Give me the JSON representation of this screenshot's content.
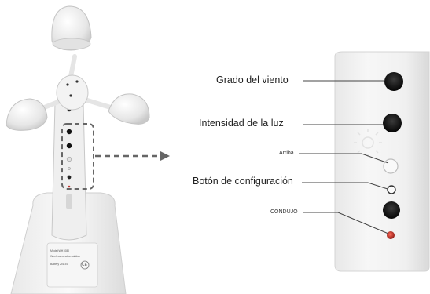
{
  "callouts": {
    "wind_direction": "Grado del viento",
    "light_intensity": "Intensidad de la luz",
    "up": "Arriba",
    "setup_button": "Botón de configuración",
    "led": "CONDUJO"
  },
  "device_label": {
    "model": "Model:WH1080",
    "line2": "Wireless weather station",
    "line3": "Battery 2x1.5V",
    "ce": "CE"
  },
  "colors": {
    "device_body": "#f1f1f1",
    "sensor_hole": "#111111",
    "led": "#c0302b",
    "dashed_arrow": "#666666",
    "leader_line": "#444444"
  }
}
